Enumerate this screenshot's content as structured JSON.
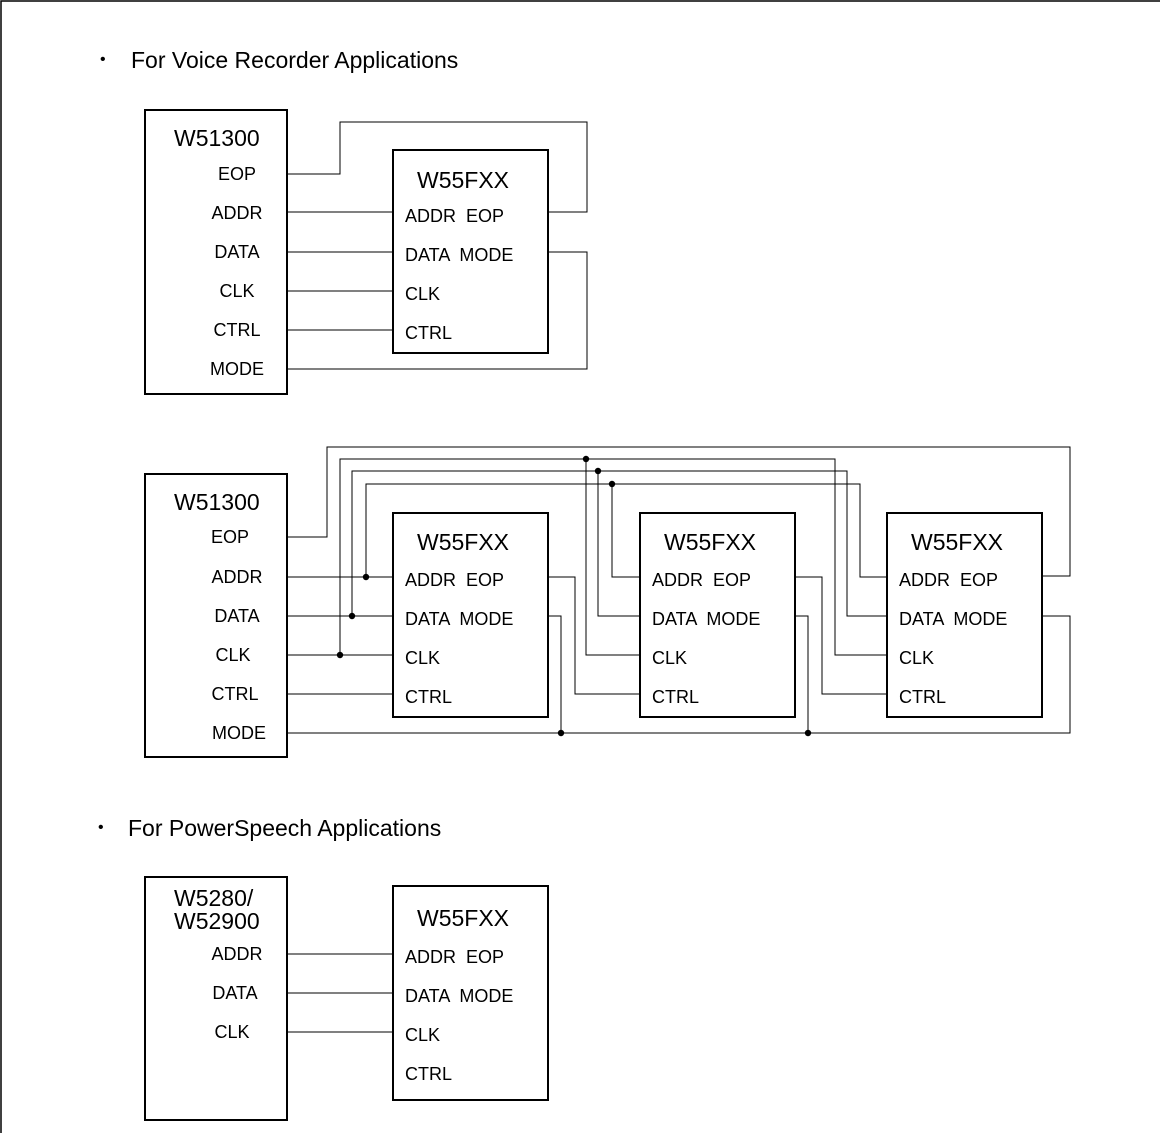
{
  "sections": {
    "voice_recorder_heading": "For Voice Recorder Applications",
    "powerspeech_heading": "For PowerSpeech Applications",
    "bullet": "•"
  },
  "diagram1": {
    "controller": {
      "title": "W51300",
      "pins": [
        "EOP",
        "ADDR",
        "DATA",
        "CLK",
        "CTRL",
        "MODE"
      ]
    },
    "memory": {
      "title": "W55FXX",
      "pin_rows": [
        "ADDR  EOP",
        "DATA  MODE",
        "CLK",
        "CTRL"
      ]
    }
  },
  "diagram2": {
    "controller": {
      "title": "W51300",
      "pins": [
        "EOP",
        "ADDR",
        "DATA",
        "CLK",
        "CTRL",
        "MODE"
      ]
    },
    "memories": [
      {
        "title": "W55FXX",
        "pin_rows": [
          "ADDR  EOP",
          "DATA  MODE",
          "CLK",
          "CTRL"
        ]
      },
      {
        "title": "W55FXX",
        "pin_rows": [
          "ADDR  EOP",
          "DATA  MODE",
          "CLK",
          "CTRL"
        ]
      },
      {
        "title": "W55FXX",
        "pin_rows": [
          "ADDR  EOP",
          "DATA  MODE",
          "CLK",
          "CTRL"
        ]
      }
    ]
  },
  "diagram3": {
    "controller": {
      "title_lines": [
        "W5280/",
        "W52900"
      ],
      "pins": [
        "ADDR",
        "DATA",
        "CLK"
      ]
    },
    "memory": {
      "title": "W55FXX",
      "pin_rows": [
        "ADDR  EOP",
        "DATA  MODE",
        "CLK",
        "CTRL"
      ]
    }
  }
}
